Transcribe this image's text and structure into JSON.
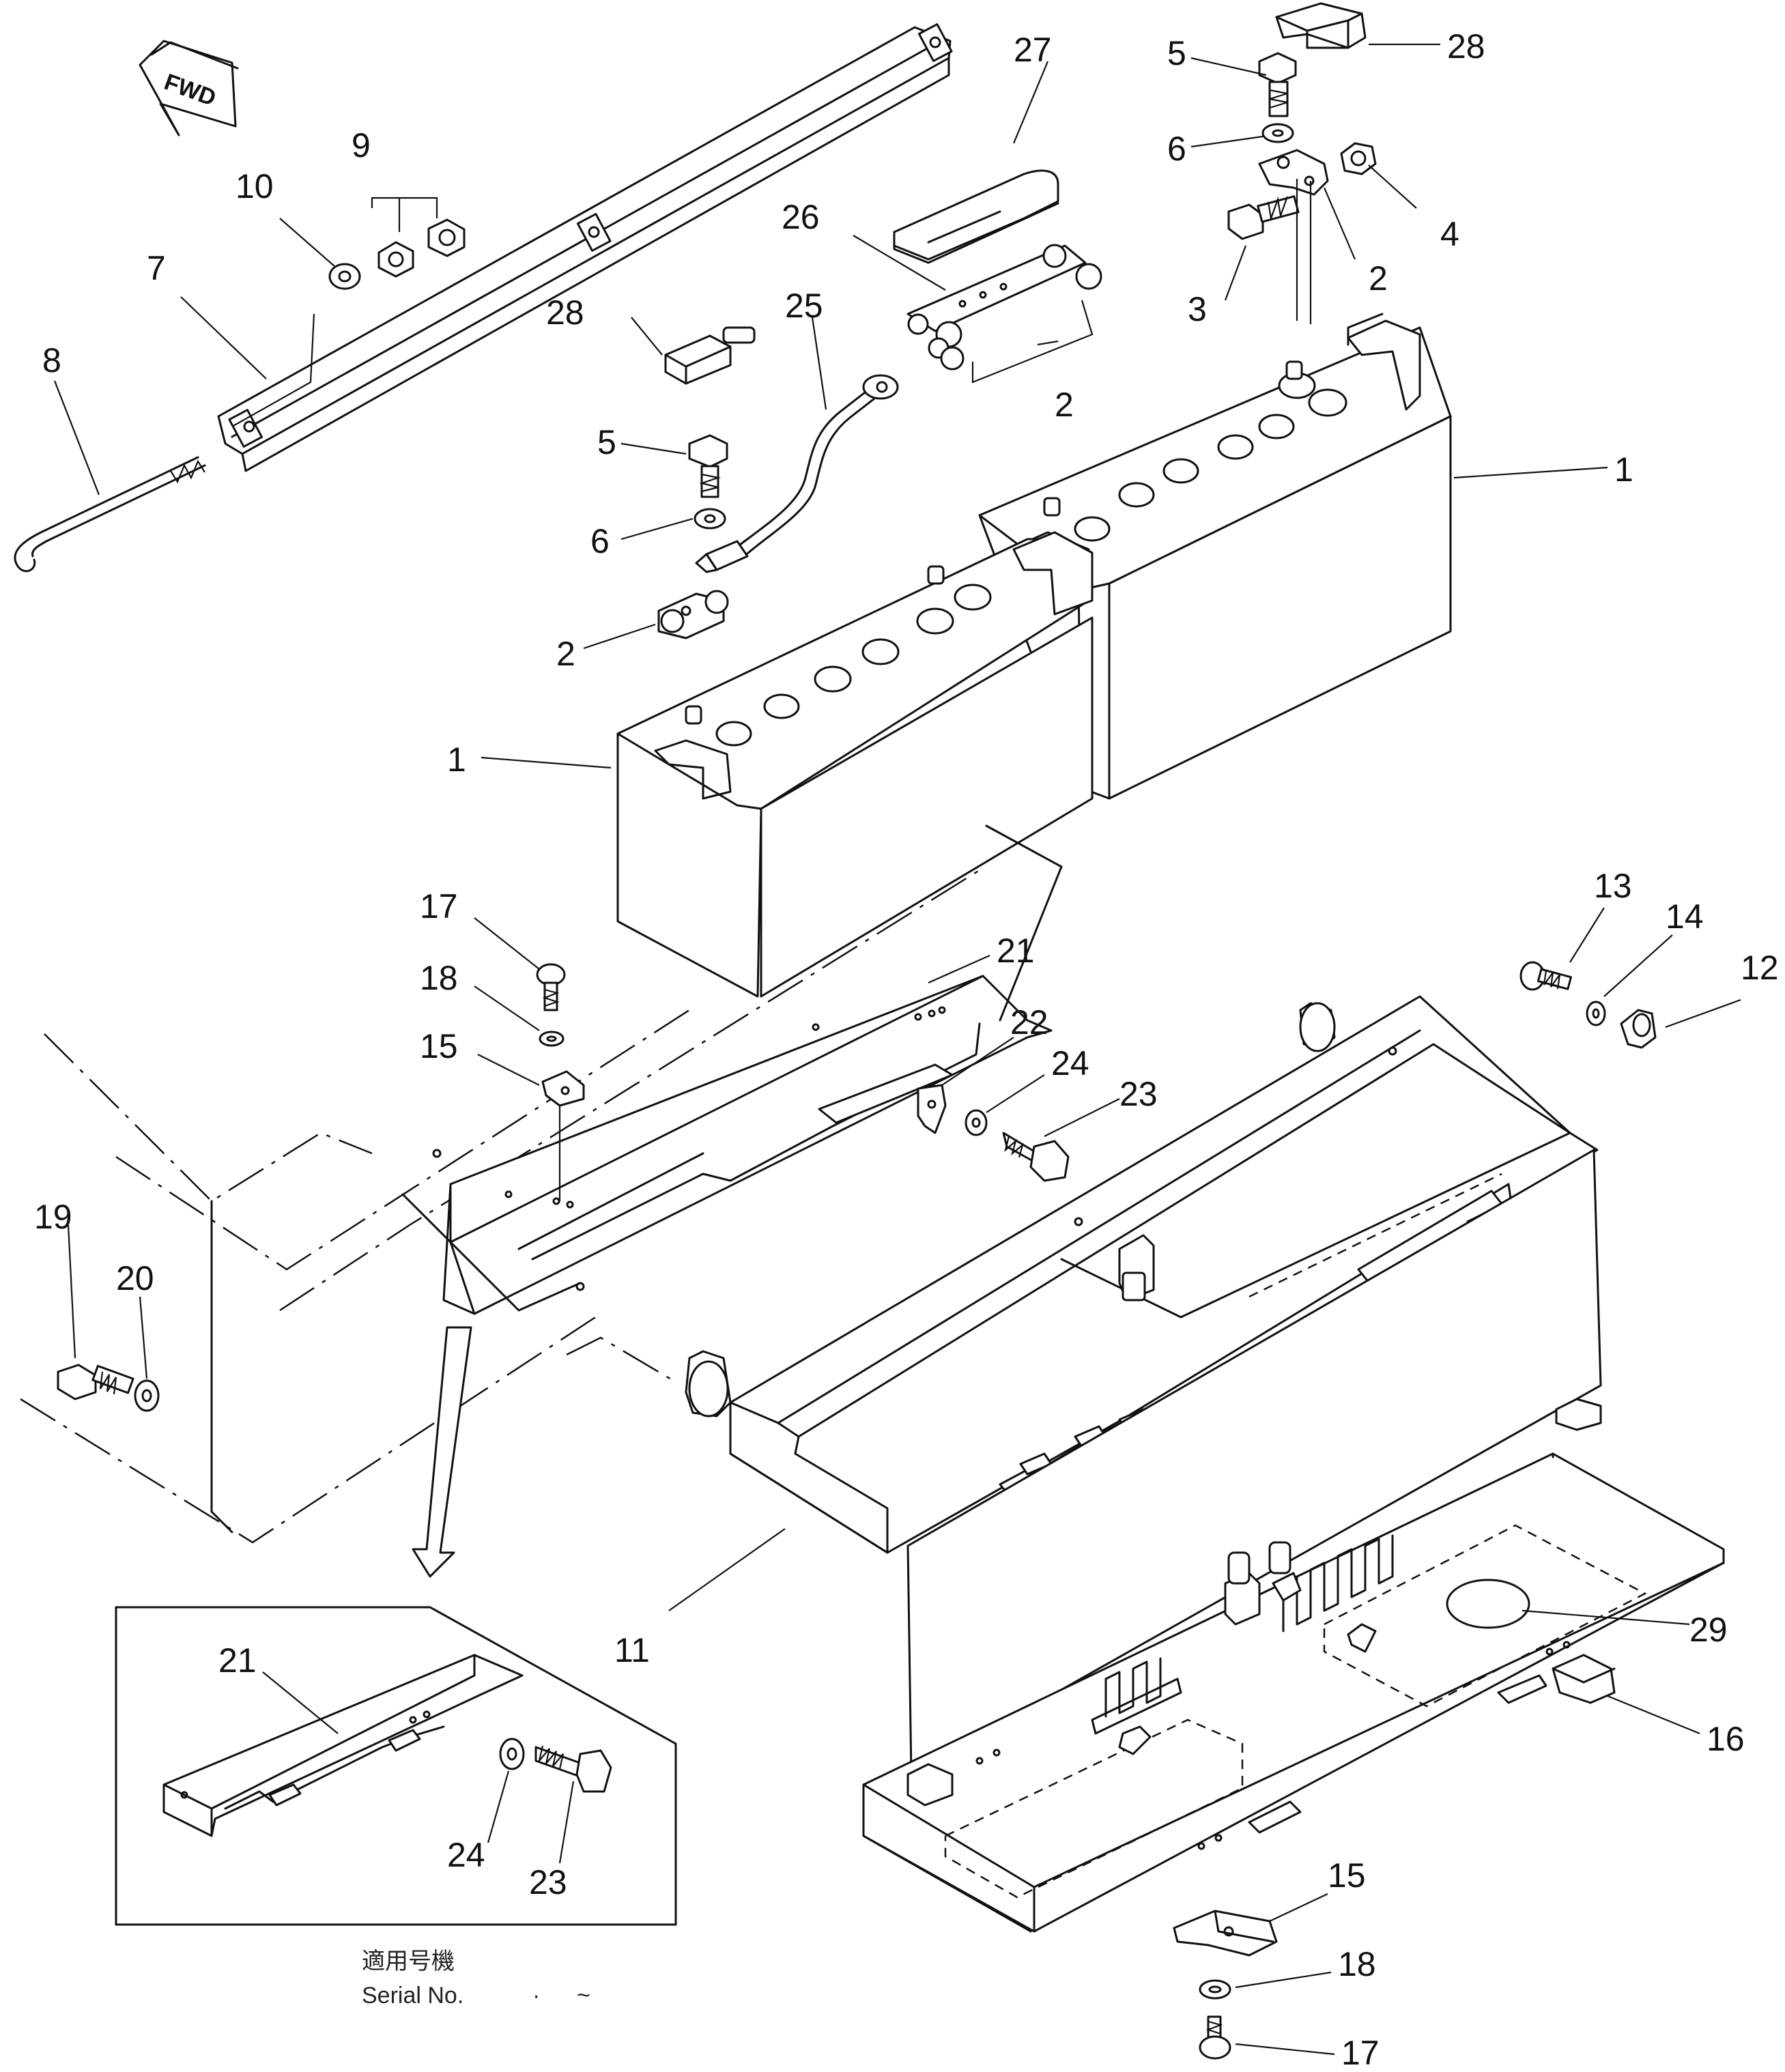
{
  "diagram": {
    "direction_label": "FWD",
    "inset_caption": {
      "line1": "適用号機",
      "line2": "Serial No."
    },
    "callouts": [
      {
        "id": "c1a",
        "label": "1"
      },
      {
        "id": "c1b",
        "label": "1"
      },
      {
        "id": "c2a",
        "label": "2"
      },
      {
        "id": "c2b",
        "label": "2"
      },
      {
        "id": "c2c",
        "label": "2"
      },
      {
        "id": "c3",
        "label": "3"
      },
      {
        "id": "c4",
        "label": "4"
      },
      {
        "id": "c5a",
        "label": "5"
      },
      {
        "id": "c5b",
        "label": "5"
      },
      {
        "id": "c6a",
        "label": "6"
      },
      {
        "id": "c6b",
        "label": "6"
      },
      {
        "id": "c7",
        "label": "7"
      },
      {
        "id": "c8",
        "label": "8"
      },
      {
        "id": "c9",
        "label": "9"
      },
      {
        "id": "c10",
        "label": "10"
      },
      {
        "id": "c11",
        "label": "11"
      },
      {
        "id": "c12",
        "label": "12"
      },
      {
        "id": "c13",
        "label": "13"
      },
      {
        "id": "c14",
        "label": "14"
      },
      {
        "id": "c15a",
        "label": "15"
      },
      {
        "id": "c15b",
        "label": "15"
      },
      {
        "id": "c16",
        "label": "16"
      },
      {
        "id": "c17a",
        "label": "17"
      },
      {
        "id": "c17b",
        "label": "17"
      },
      {
        "id": "c18a",
        "label": "18"
      },
      {
        "id": "c18b",
        "label": "18"
      },
      {
        "id": "c19",
        "label": "19"
      },
      {
        "id": "c20",
        "label": "20"
      },
      {
        "id": "c21a",
        "label": "21"
      },
      {
        "id": "c21b",
        "label": "21"
      },
      {
        "id": "c22",
        "label": "22"
      },
      {
        "id": "c23a",
        "label": "23"
      },
      {
        "id": "c23b",
        "label": "23"
      },
      {
        "id": "c24a",
        "label": "24"
      },
      {
        "id": "c24b",
        "label": "24"
      },
      {
        "id": "c25",
        "label": "25"
      },
      {
        "id": "c26",
        "label": "26"
      },
      {
        "id": "c27",
        "label": "27"
      },
      {
        "id": "c28a",
        "label": "28"
      },
      {
        "id": "c28b",
        "label": "28"
      },
      {
        "id": "c29",
        "label": "29"
      }
    ]
  }
}
